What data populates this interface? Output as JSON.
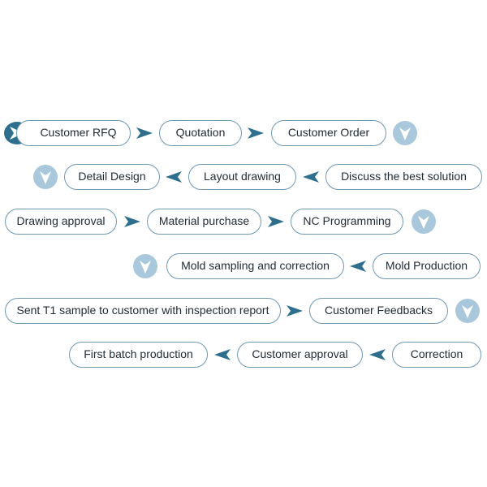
{
  "colors": {
    "accent": "#2e6f8e",
    "circle_fill": "#a9c8dc",
    "pill_border": "#6f98b2"
  },
  "steps": [
    "Customer RFQ",
    "Quotation",
    "Customer Order",
    "Detail Design",
    "Layout drawing",
    "Discuss the best solution",
    "Drawing approval",
    "Material purchase",
    "NC Programming",
    "Mold sampling and correction",
    "Mold Production",
    "Sent T1 sample to customer with inspection report",
    "Customer Feedbacks",
    "First batch production",
    "Customer approval",
    "Correction"
  ],
  "icons": {
    "start": "start-arrow-icon",
    "right": "arrow-right-icon",
    "left": "arrow-left-icon",
    "down": "arrow-down-circle-icon"
  }
}
